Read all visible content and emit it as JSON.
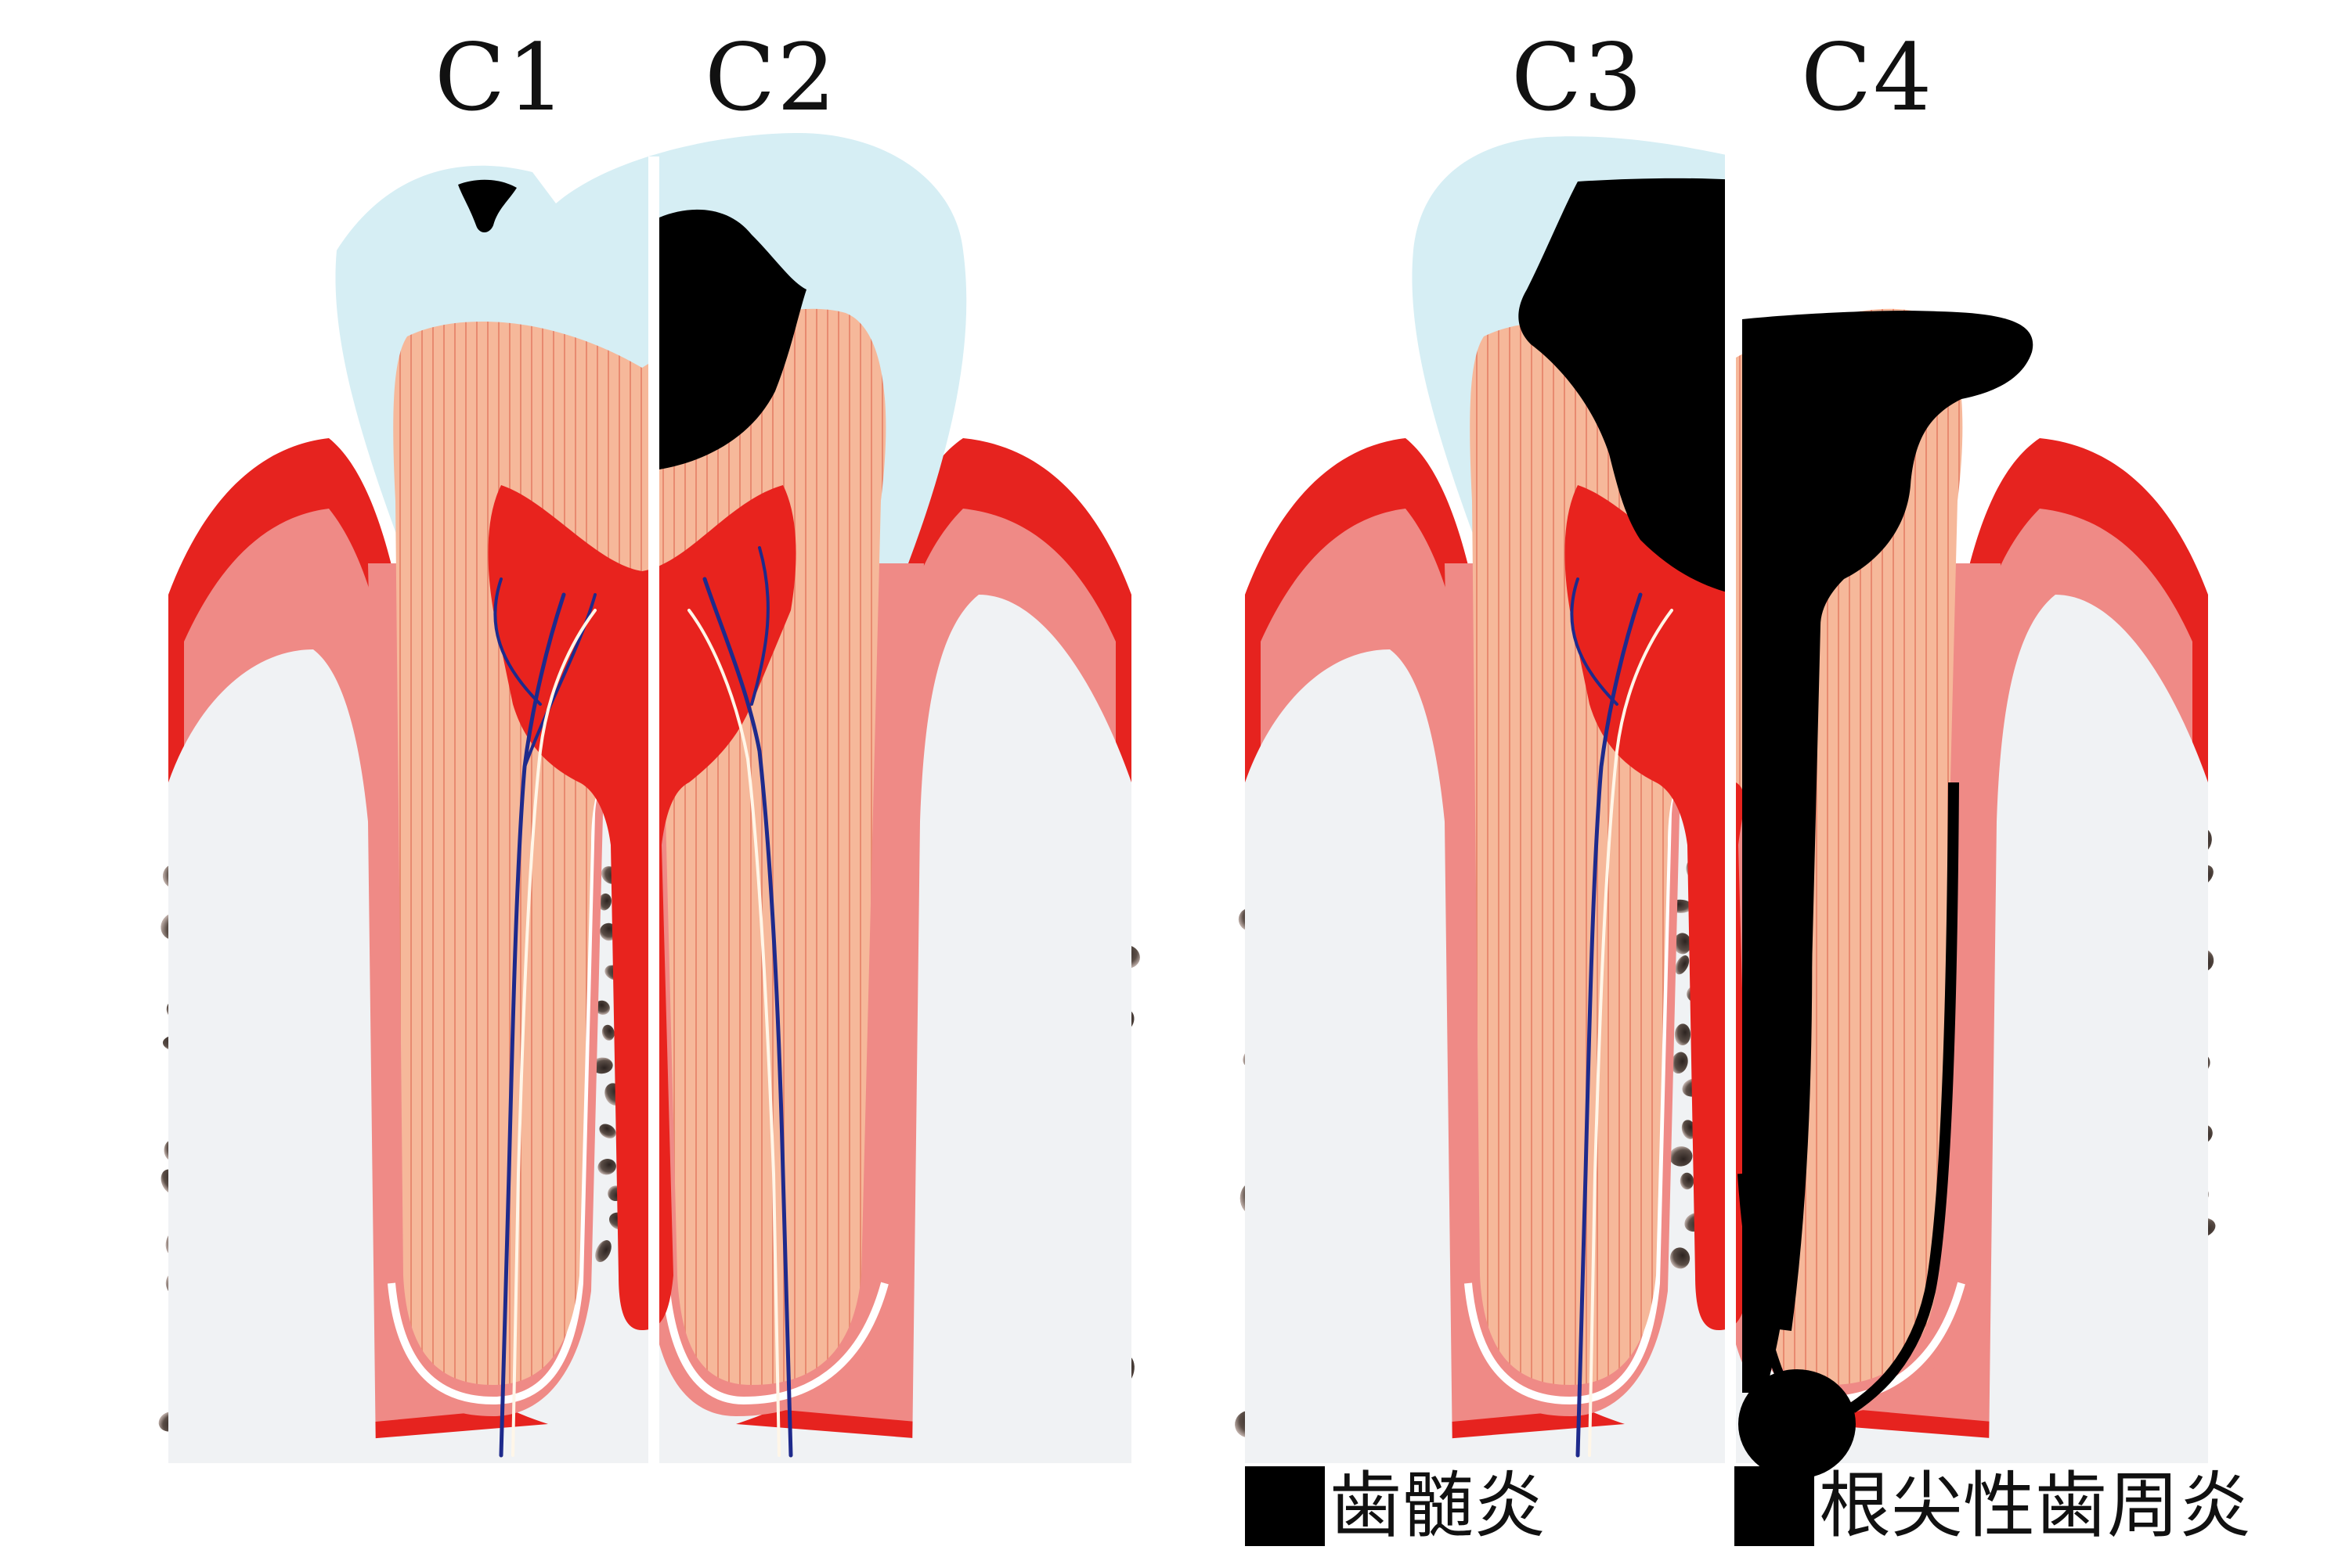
{
  "stage_labels": [
    {
      "id": "c1",
      "text": "C1"
    },
    {
      "id": "c2",
      "text": "C2"
    },
    {
      "id": "c3",
      "text": "C3"
    },
    {
      "id": "c4",
      "text": "C4"
    }
  ],
  "legend": [
    {
      "id": "pulpitis",
      "text": "歯髄炎",
      "swatch_color": "#000000"
    },
    {
      "id": "apical-periodontitis",
      "text": "根尖性歯周炎",
      "swatch_color": "#000000"
    }
  ],
  "colors": {
    "enamel": "#d6eef4",
    "dentin": "#f6b89a",
    "pulp": "#e8231e",
    "gum": "#e6231f",
    "gum_inner": "#ef8a86",
    "bone": "#f0f2f4",
    "bone_hole": "#5b4e47",
    "caries": "#000000",
    "nerve_blue": "#1e2a8c",
    "vessel_white": "#fff6e8"
  }
}
